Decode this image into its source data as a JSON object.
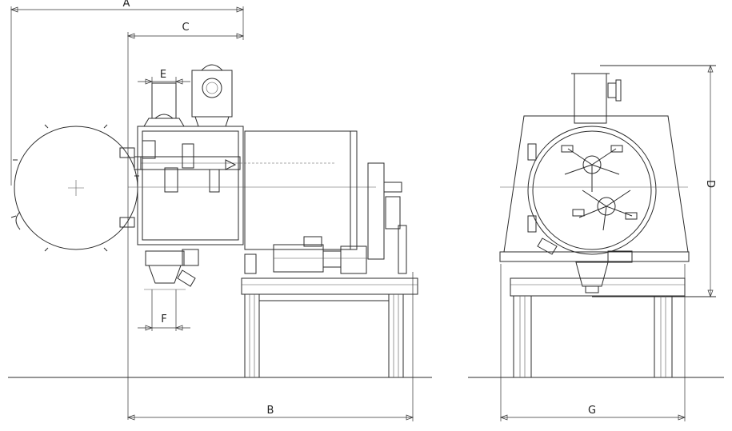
{
  "dimension_labels": {
    "a": "A",
    "b": "B",
    "c": "C",
    "d": "D",
    "e": "E",
    "f": "F",
    "g": "G"
  },
  "colors": {
    "line": "#2b2b2b",
    "background": "#ffffff"
  }
}
